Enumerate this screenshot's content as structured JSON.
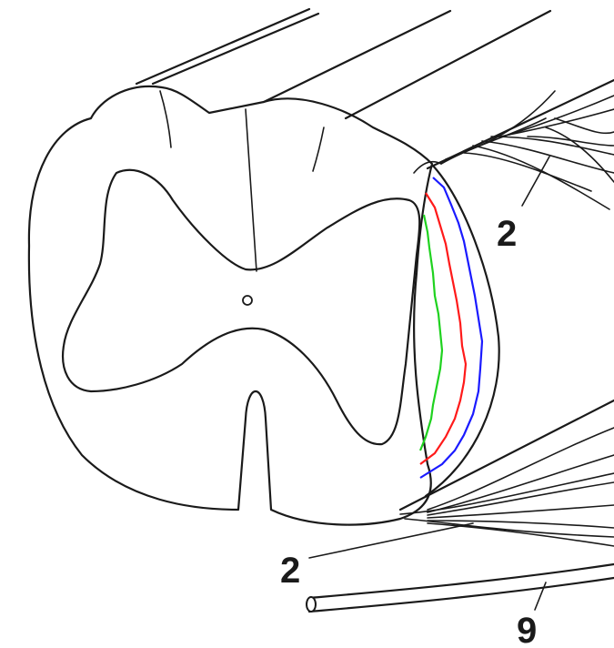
{
  "labels": {
    "upper_root": "2",
    "lower_root": "2",
    "nerve": "9"
  },
  "colors": {
    "ink": "#1a1a1a",
    "gray_matter_fill": "#f4f4f4",
    "tract_green": "#1fd21f",
    "tract_red": "#ff1a1a",
    "tract_blue": "#1a1aff"
  }
}
